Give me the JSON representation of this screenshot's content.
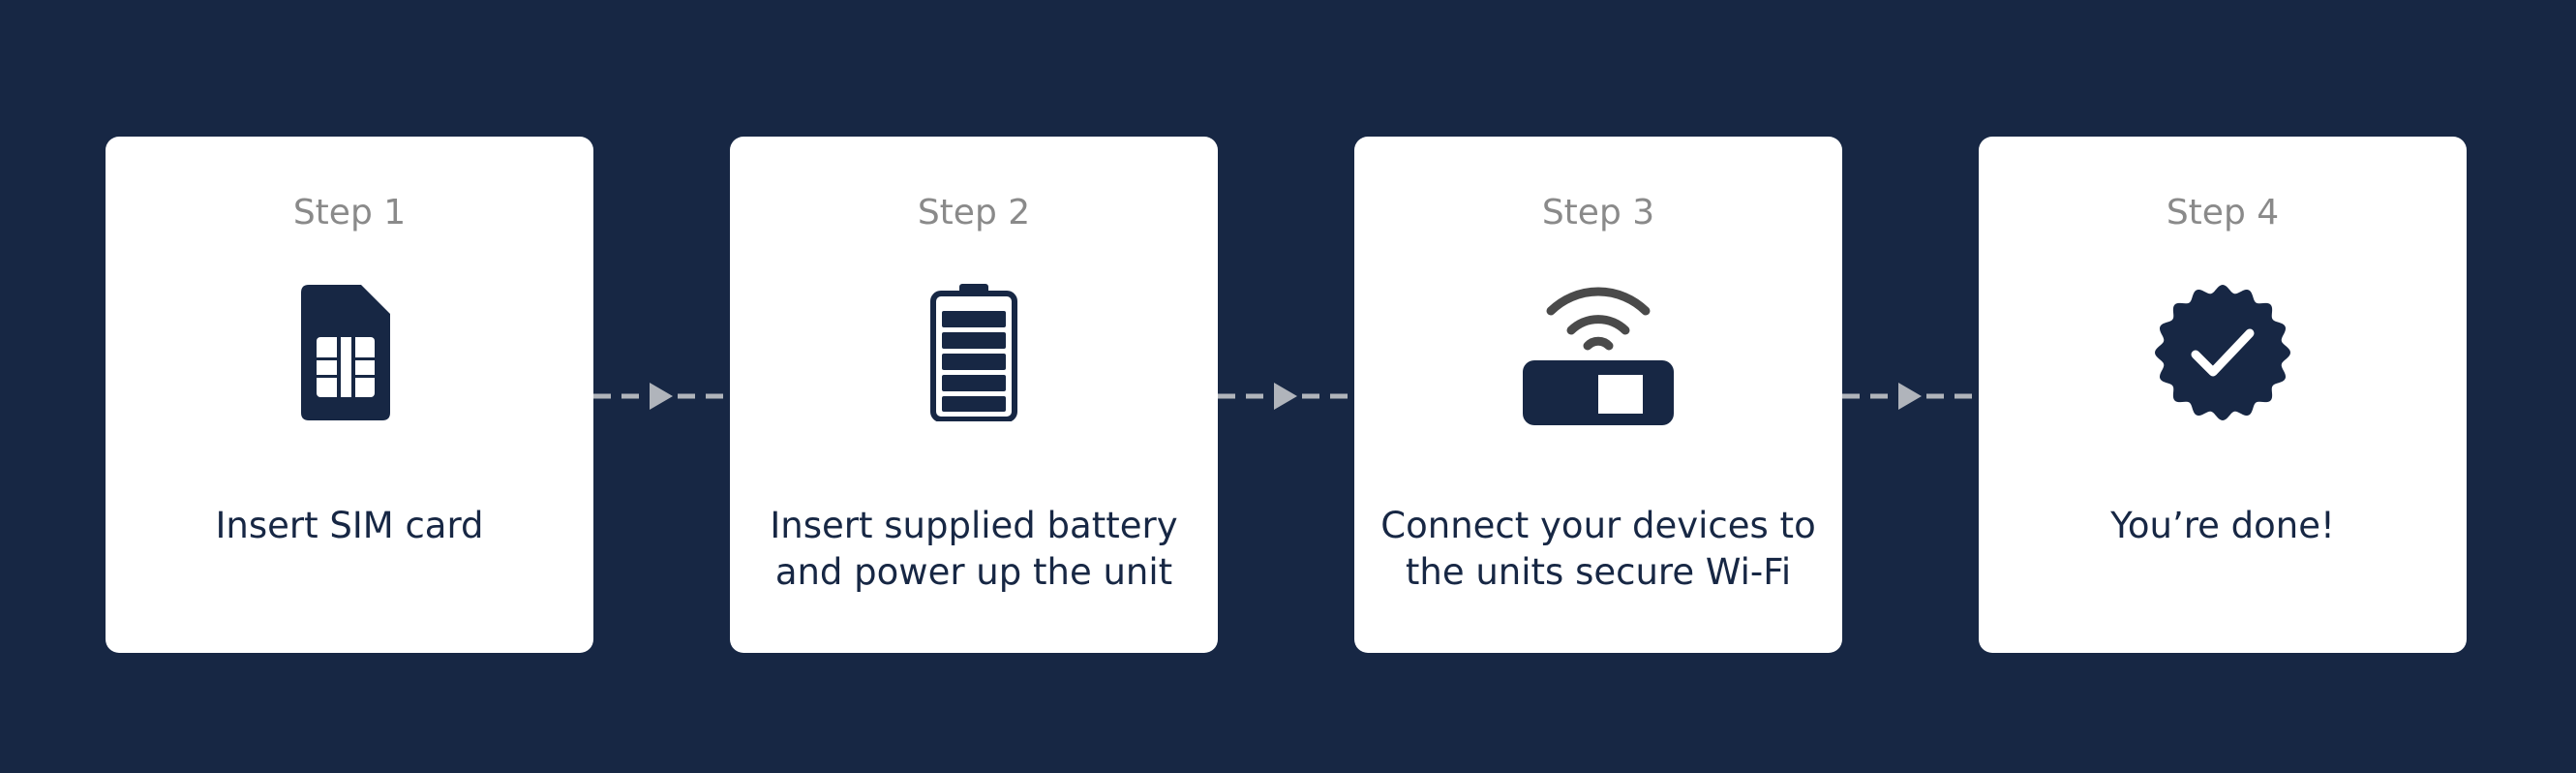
{
  "steps": [
    {
      "label": "Step 1",
      "line1": "Insert SIM card",
      "line2": "",
      "icon": "sim-card-icon"
    },
    {
      "label": "Step 2",
      "line1": "Insert supplied battery",
      "line2": "and power up the unit",
      "icon": "battery-icon"
    },
    {
      "label": "Step 3",
      "line1": "Connect your devices to",
      "line2": "the units secure Wi-Fi",
      "icon": "wifi-router-icon"
    },
    {
      "label": "Step 4",
      "line1": "You’re done!",
      "line2": "",
      "icon": "check-badge-icon"
    }
  ],
  "colors": {
    "background": "#172744",
    "card": "#ffffff",
    "icon": "#172744",
    "step_label": "#8a8a8a",
    "connector": "#b0b4bb",
    "wifi": "#4a4a4a"
  }
}
